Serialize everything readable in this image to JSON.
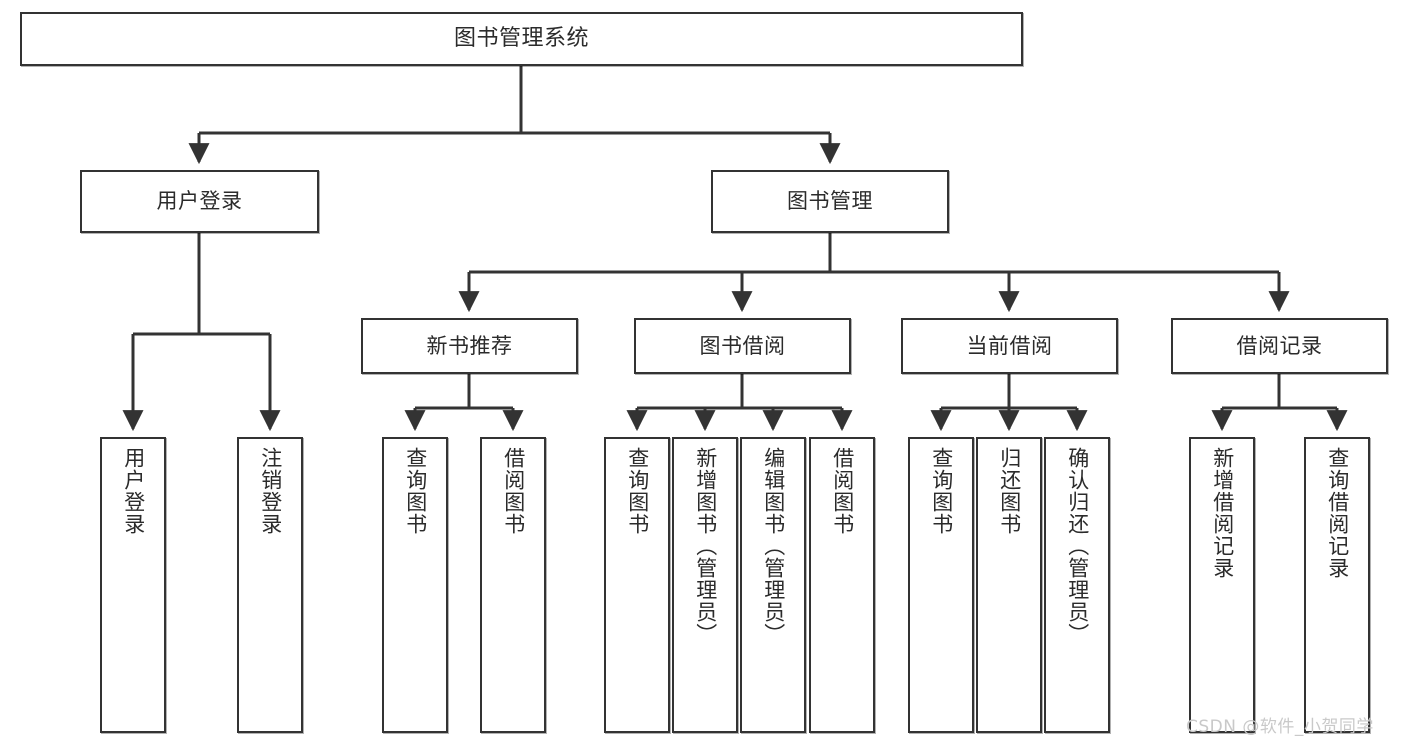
{
  "diagram": {
    "type": "tree-hierarchy-chart",
    "title": "图书管理系统",
    "colors": {
      "background": "#ffffff",
      "stroke": "#333333",
      "text": "#2b2b2b",
      "watermark": "#c9c9c9"
    },
    "nodes": {
      "root": {
        "label": "图书管理系统",
        "level": 1
      },
      "level2": [
        {
          "id": "user-login",
          "label": "用户登录"
        },
        {
          "id": "book-manage",
          "label": "图书管理"
        }
      ],
      "level3": [
        {
          "id": "new-book-recommend",
          "label": "新书推荐",
          "parent": "book-manage"
        },
        {
          "id": "book-borrow",
          "label": "图书借阅",
          "parent": "book-manage"
        },
        {
          "id": "current-borrow",
          "label": "当前借阅",
          "parent": "book-manage"
        },
        {
          "id": "borrow-record",
          "label": "借阅记录",
          "parent": "book-manage"
        }
      ],
      "leaves": [
        {
          "id": "leaf-user-login",
          "label": "用户登录",
          "parent": "user-login"
        },
        {
          "id": "leaf-logout-login",
          "label": "注销登录",
          "parent": "user-login"
        },
        {
          "id": "leaf-query-book-1",
          "label": "查询图书",
          "parent": "new-book-recommend"
        },
        {
          "id": "leaf-borrow-book-1",
          "label": "借阅图书",
          "parent": "new-book-recommend"
        },
        {
          "id": "leaf-query-book-2",
          "label": "查询图书",
          "parent": "book-borrow"
        },
        {
          "id": "leaf-add-book",
          "label": "新增图书（管理员）",
          "parent": "book-borrow"
        },
        {
          "id": "leaf-edit-book",
          "label": "编辑图书（管理员）",
          "parent": "book-borrow"
        },
        {
          "id": "leaf-borrow-book-2",
          "label": "借阅图书",
          "parent": "book-borrow"
        },
        {
          "id": "leaf-query-book-3",
          "label": "查询图书",
          "parent": "current-borrow"
        },
        {
          "id": "leaf-return-book",
          "label": "归还图书",
          "parent": "current-borrow"
        },
        {
          "id": "leaf-confirm-return",
          "label": "确认归还（管理员）",
          "parent": "current-borrow"
        },
        {
          "id": "leaf-add-record",
          "label": "新增借阅记录",
          "parent": "borrow-record"
        },
        {
          "id": "leaf-query-record",
          "label": "查询借阅记录",
          "parent": "borrow-record"
        }
      ]
    },
    "watermark": "CSDN @软件_小贺同学"
  }
}
